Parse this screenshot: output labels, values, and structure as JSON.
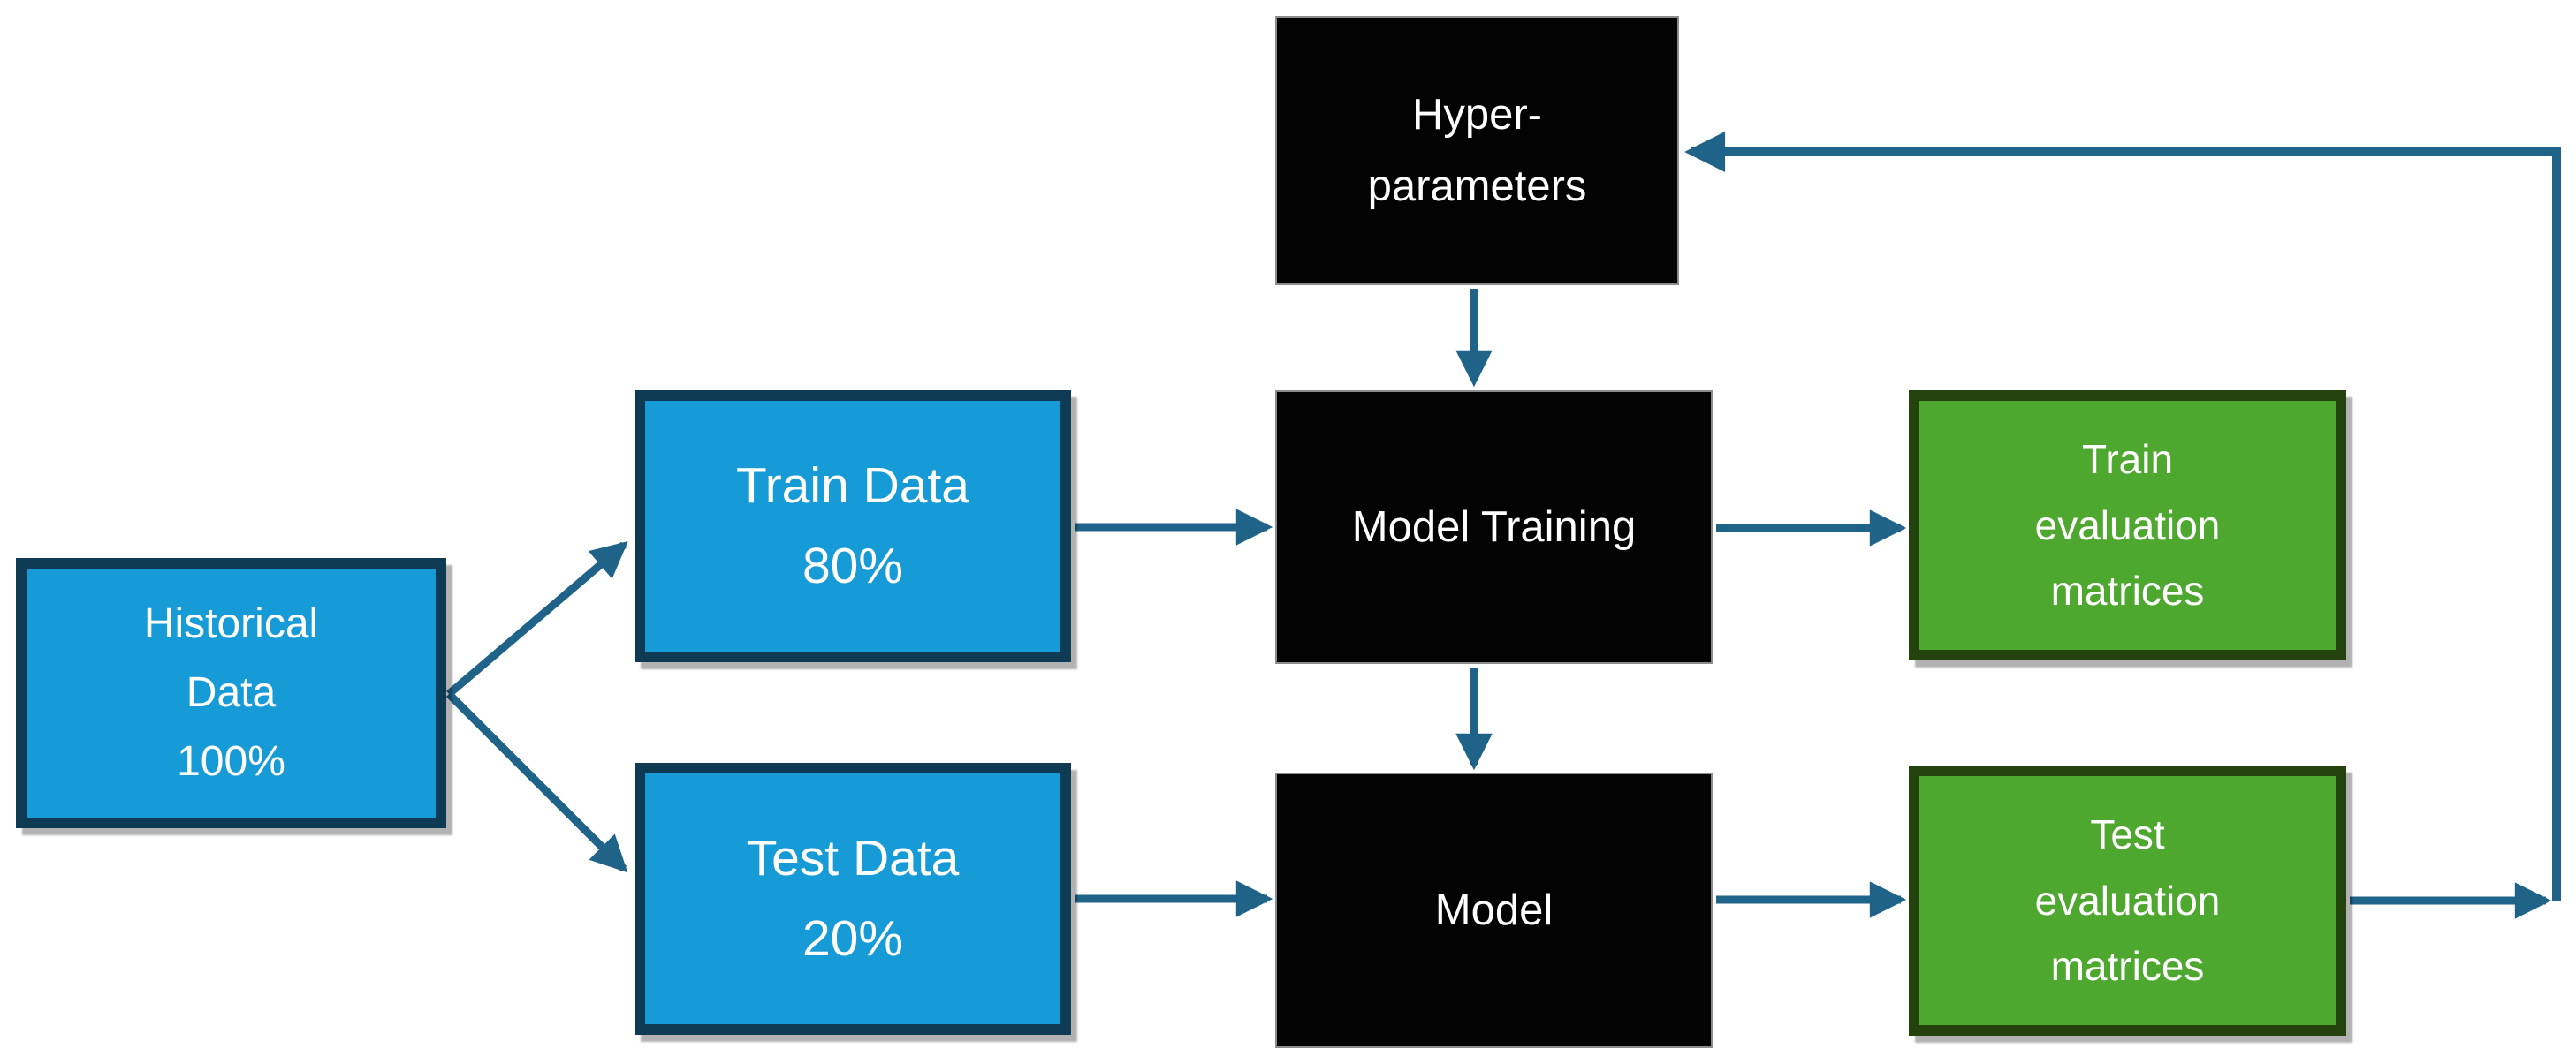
{
  "diagram": {
    "type": "flowchart",
    "nodes": [
      {
        "id": "historical-data",
        "label": "Historical\nData\n100%",
        "shape_color": "blue"
      },
      {
        "id": "train-data",
        "label": "Train Data\n80%",
        "shape_color": "blue"
      },
      {
        "id": "test-data",
        "label": "Test Data\n20%",
        "shape_color": "blue"
      },
      {
        "id": "hyper-parameters",
        "label": "Hyper-\nparameters",
        "shape_color": "black"
      },
      {
        "id": "model-training",
        "label": "Model Training",
        "shape_color": "black"
      },
      {
        "id": "model",
        "label": "Model",
        "shape_color": "black"
      },
      {
        "id": "train-evaluation-matrices",
        "label": "Train\nevaluation\nmatrices",
        "shape_color": "green"
      },
      {
        "id": "test-evaluation-matrices",
        "label": "Test\nevaluation\nmatrices",
        "shape_color": "green"
      }
    ],
    "edges": [
      {
        "from": "historical-data",
        "to": "train-data"
      },
      {
        "from": "historical-data",
        "to": "test-data"
      },
      {
        "from": "train-data",
        "to": "model-training"
      },
      {
        "from": "hyper-parameters",
        "to": "model-training"
      },
      {
        "from": "model-training",
        "to": "train-evaluation-matrices"
      },
      {
        "from": "model-training",
        "to": "model"
      },
      {
        "from": "test-data",
        "to": "model"
      },
      {
        "from": "model",
        "to": "test-evaluation-matrices"
      },
      {
        "from": "test-evaluation-matrices",
        "to": "hyper-parameters",
        "style": "feedback-loop"
      }
    ],
    "colors": {
      "node_fill_blue": "#179BD7",
      "node_border_blue": "#0E3A54",
      "node_fill_black": "#030303",
      "node_border_black": "#8C8C8C",
      "node_fill_green": "#4EA72E",
      "node_border_green": "#24420D",
      "arrow": "#1F6389",
      "text": "#FFFFFF",
      "background": "#FFFFFF"
    }
  }
}
